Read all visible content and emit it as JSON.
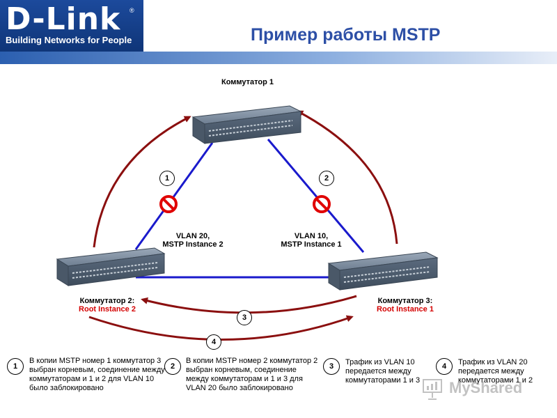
{
  "header": {
    "logo_text": "D-Link",
    "logo_tagline": "Building Networks for People",
    "title": "Пример работы MSTP"
  },
  "switches": {
    "sw1": {
      "label": "Коммутатор 1"
    },
    "sw2": {
      "label": "Коммутатор 2:",
      "root": "Root Instance 2"
    },
    "sw3": {
      "label": "Коммутатор 3:",
      "root": "Root Instance 1"
    }
  },
  "links": {
    "left": {
      "vlan": "VLAN 20,",
      "instance": "MSTP Instance 2",
      "badge": "1"
    },
    "right": {
      "vlan": "VLAN 10,",
      "instance": "MSTP Instance 1",
      "badge": "2"
    }
  },
  "bottom_arrows": {
    "badge3": "3",
    "badge4": "4"
  },
  "notes": [
    {
      "num": "1",
      "text": "В копии MSTP номер 1 коммутатор 3 выбран корневым, соединение между коммутаторам и 1 и 2 для VLAN 10 было заблокировано"
    },
    {
      "num": "2",
      "text": "В копии MSTP номер 2 коммутатор 2 выбран корневым, соединение между коммутаторам и 1 и 3 для VLAN 20 было заблокировано"
    },
    {
      "num": "3",
      "text": "Трафик из VLAN 10 передается между коммутаторами 1 и 3"
    },
    {
      "num": "4",
      "text": "Трафик из VLAN 20 передается между коммутаторами 1 и 2"
    }
  ],
  "watermark": "MyShared",
  "colors": {
    "link": "#1a1acc",
    "arrow": "#8b0f0f",
    "block": "#e00000",
    "title": "#2d4fa6",
    "root": "#d40000"
  }
}
